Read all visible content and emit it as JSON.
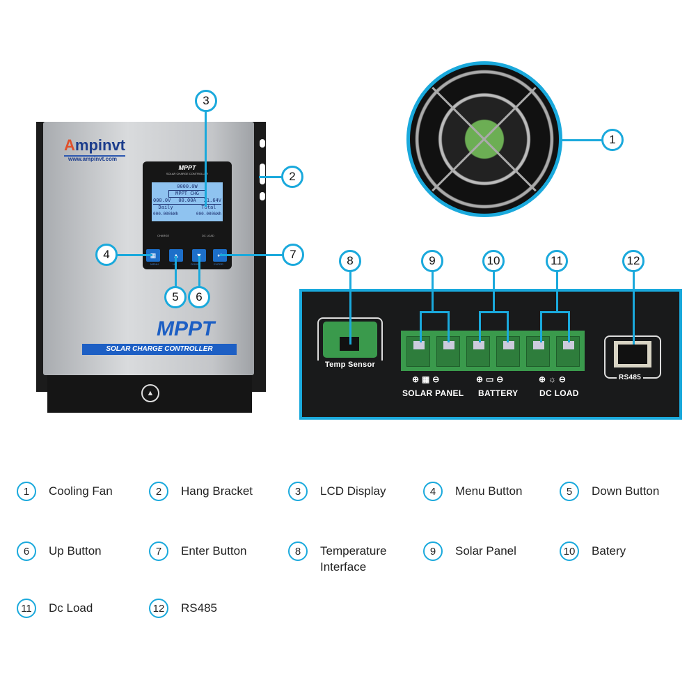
{
  "device": {
    "brand": "Ampinvt",
    "website": "www.ampinvt.com",
    "lcd_header": "MPPT",
    "lcd_subheader": "SOLAR CHARGE CONTROLLER",
    "lcd": {
      "power": "0000.0W",
      "mode": "MPPT CHG",
      "pv_voltage": "000.0V",
      "current": "00.00A",
      "battery_voltage": "21.64V",
      "daily_label": "Daily",
      "daily_value": "000.000kWh",
      "total_label": "Total",
      "total_value": "000.000kWh"
    },
    "led_charge": "CHARGE",
    "led_dcload": "DC LOAD",
    "buttons": [
      "MENU",
      "UP",
      "DOWN",
      "ENTER"
    ],
    "front_title": "MPPT",
    "front_subtitle": "SOLAR CHARGE CONTROLLER"
  },
  "terminals": {
    "temp_sensor": "Temp Sensor",
    "solar_panel": "SOLAR PANEL",
    "battery": "BATTERY",
    "dc_load": "DC LOAD",
    "rs485": "RS485"
  },
  "callouts": [
    "1",
    "2",
    "3",
    "4",
    "5",
    "6",
    "7",
    "8",
    "9",
    "10",
    "11",
    "12"
  ],
  "legend": [
    {
      "num": "1",
      "label": "Cooling Fan"
    },
    {
      "num": "2",
      "label": "Hang Bracket"
    },
    {
      "num": "3",
      "label": "LCD Display"
    },
    {
      "num": "4",
      "label": "Menu Button"
    },
    {
      "num": "5",
      "label": "Down Button"
    },
    {
      "num": "6",
      "label": "Up Button"
    },
    {
      "num": "7",
      "label": "Enter Button"
    },
    {
      "num": "8",
      "label": "Temperature Interface"
    },
    {
      "num": "9",
      "label": "Solar Panel"
    },
    {
      "num": "10",
      "label": "Batery"
    },
    {
      "num": "11",
      "label": "Dc Load"
    },
    {
      "num": "12",
      "label": "RS485"
    }
  ],
  "colors": {
    "accent": "#1aa9dc",
    "terminal_green": "#3a9a4c",
    "lcd_blue": "#8fc3f0"
  }
}
